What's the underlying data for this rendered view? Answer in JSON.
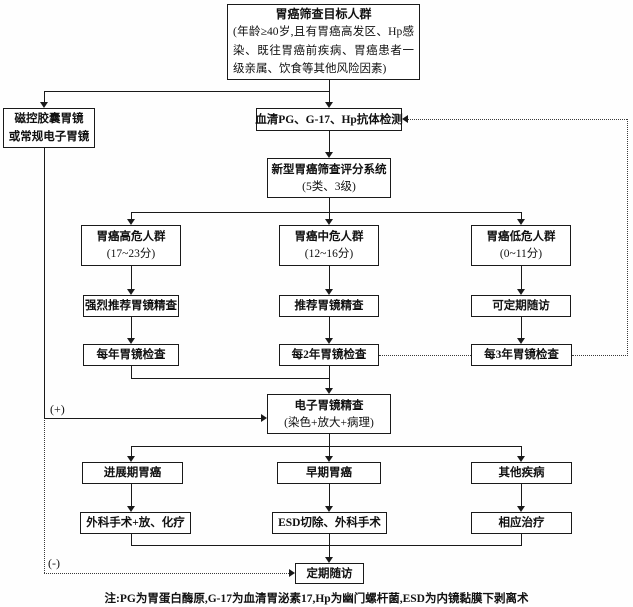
{
  "flowchart": {
    "target_population": {
      "title": "胃癌筛查目标人群",
      "criteria": "(年龄≥40岁,且有胃癌高发区、Hp感染、既往胃癌前疾病、胃癌患者一级亲属、饮食等其他风险因素)"
    },
    "capsule_endoscopy": {
      "line1": "磁控胶囊胃镜",
      "line2": "或常规电子胃镜"
    },
    "serum_test": {
      "label": "血清PG、G-17、Hp抗体检测"
    },
    "scoring_system": {
      "title": "新型胃癌筛查评分系统",
      "sub": "(5类、3级)"
    },
    "risk_groups": [
      {
        "name": "胃癌高危人群",
        "score_range": "(17~23分)",
        "recommendation": "强烈推荐胃镜精查",
        "surveillance": "每年胃镜检查"
      },
      {
        "name": "胃癌中危人群",
        "score_range": "(12~16分)",
        "recommendation": "推荐胃镜精查",
        "surveillance": "每2年胃镜检查"
      },
      {
        "name": "胃癌低危人群",
        "score_range": "(0~11分)",
        "recommendation": "可定期随访",
        "surveillance": "每3年胃镜检查"
      }
    ],
    "detailed_endoscopy": {
      "title": "电子胃镜精查",
      "sub": "(染色+放大+病理)"
    },
    "outcomes": [
      {
        "diagnosis": "进展期胃癌",
        "treatment": "外科手术+放、化疗"
      },
      {
        "diagnosis": "早期胃癌",
        "treatment": "ESD切除、外科手术"
      },
      {
        "diagnosis": "其他疾病",
        "treatment": "相应治疗"
      }
    ],
    "followup": {
      "label": "定期随访"
    },
    "annotations": {
      "positive": "(+)",
      "negative": "(-)"
    },
    "footnote": "注:PG为胃蛋白酶原,G-17为血清胃泌素17,Hp为幽门螺杆菌,ESD为内镜黏膜下剥离术"
  }
}
